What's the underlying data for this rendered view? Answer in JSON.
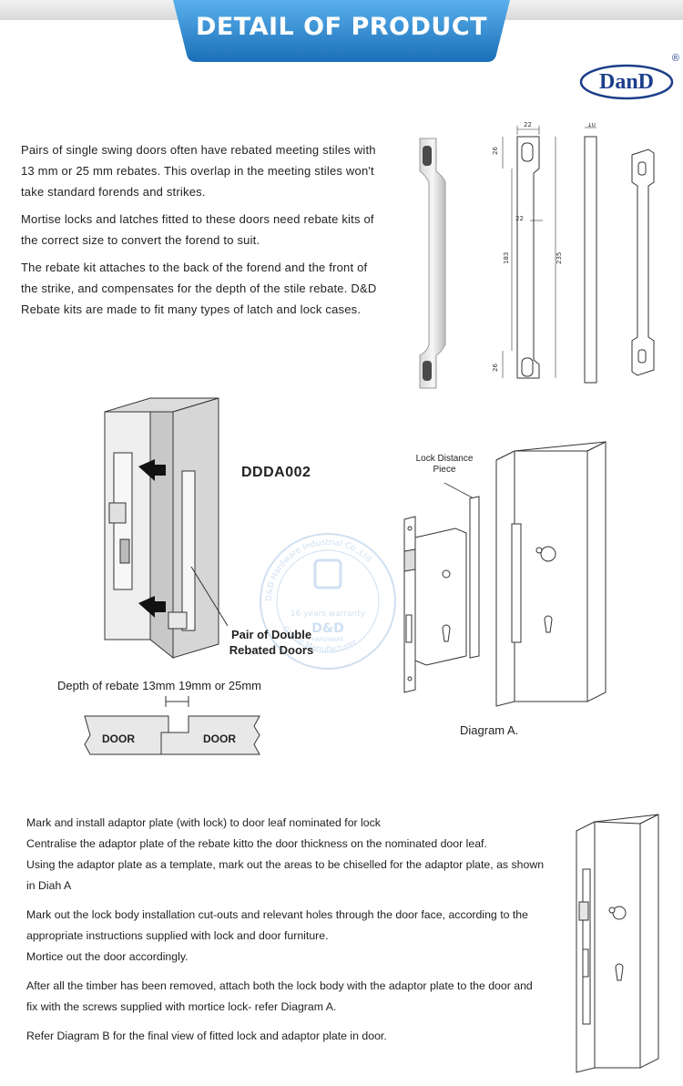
{
  "header": {
    "title": "DETAIL OF PRODUCT"
  },
  "logo": {
    "text": "DanD",
    "registered": "®"
  },
  "intro": [
    "Pairs of single swing doors often have rebated meeting stiles with 13 mm or 25 mm rebates. This overlap in the meeting stiles won't take standard forends and strikes.",
    "Mortise locks and latches fitted to these doors need rebate kits of the correct size to convert the forend to suit.",
    "The rebate kit attaches to the back of the forend and the front of the strike, and compensates for the depth of the stile rebate. D&D Rebate kits are made to fit many types of latch and lock cases."
  ],
  "dimensions": {
    "top_width": "22",
    "side_width": "10",
    "top_slot": "26",
    "mid": "22",
    "inner": "183",
    "overall": "235",
    "bottom_slot": "26"
  },
  "model": "DDDA002",
  "labels": {
    "pair": "Pair of Double Rebated Doors",
    "lock_distance": "Lock Distance Piece",
    "depth": "Depth of rebate 13mm 19mm or 25mm",
    "door_left": "DOOR",
    "door_right": "DOOR",
    "diagram_a": "Diagram A."
  },
  "watermark": {
    "line1": "D&D Hardware Industrial Co.,Ltd",
    "line2": "16 years warranty",
    "line3": "D&D",
    "line4": "HARDWARE",
    "line5": "Global Manufacturer"
  },
  "steps": [
    "Mark and install adaptor plate (with lock) to door leaf nominated for lock",
    "Centralise the adaptor plate of the rebate kitto the door thickness on the nominated door leaf.",
    "Using the adaptor plate as a template, mark out the areas to be chiselled for the adaptor plate, as shown in Diah A",
    "Mark out the lock body installation cut-outs and relevant holes through the door face, according to the appropriate instructions supplied with lock and door furniture.",
    "Mortice out the door accordingly.",
    "After all the timber has been removed, attach both the lock body with the adaptor plate to the door and fix with the screws supplied with mortice lock- refer Diagram A.",
    "Refer Diagram B for the final view of fitted lock and adaptor plate in door."
  ],
  "colors": {
    "banner": "#2d8fd6",
    "banner_dark": "#1a6fb8",
    "logo": "#1c3e8a",
    "line": "#333333"
  }
}
